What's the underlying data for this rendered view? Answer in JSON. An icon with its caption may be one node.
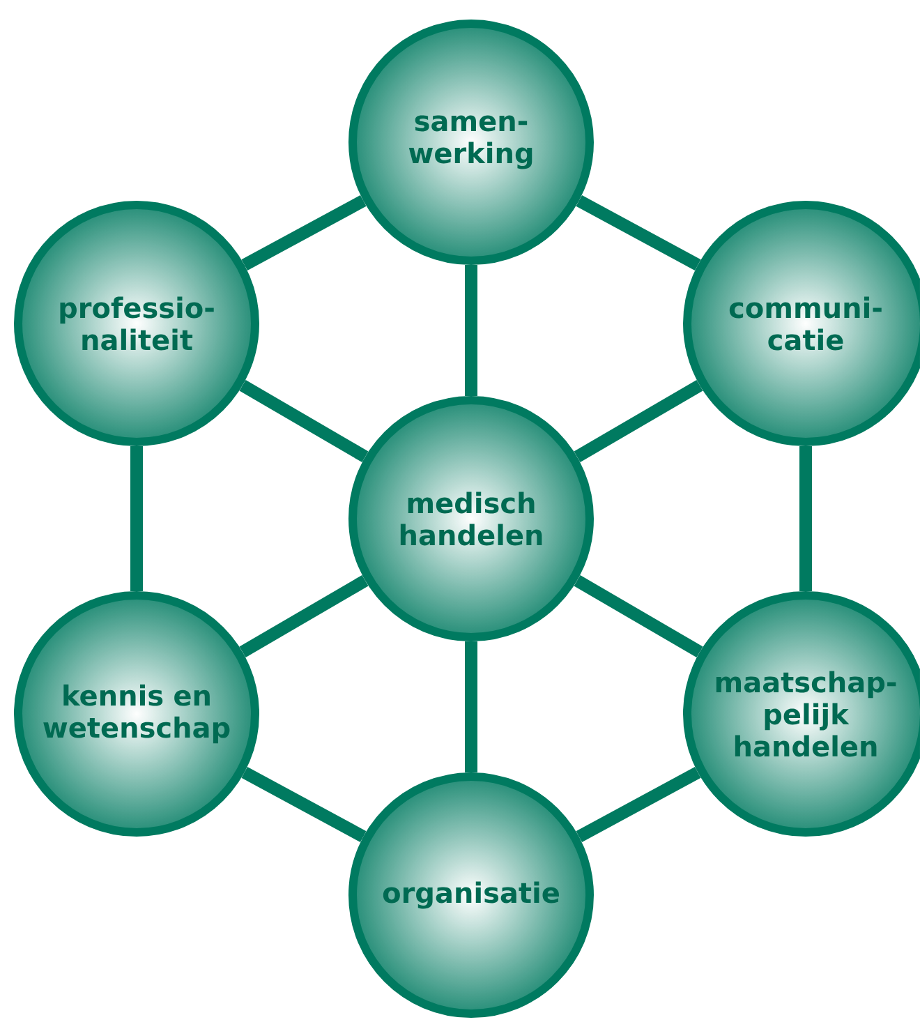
{
  "diagram": {
    "nodes": [
      {
        "text": [
          "samen- werking"
        ]
      },
      {
        "text": [
          "professio- naliteit"
        ]
      },
      {
        "text": [
          "communi- catie"
        ]
      },
      {
        "text": [
          "medisch handelen"
        ]
      },
      {
        "text": [
          "kennis en wetenschap"
        ]
      },
      {
        "text": [
          "maatschap- pelijk handelen"
        ]
      },
      {
        "text": [
          "organisatie"
        ]
      }
    ],
    "edges": [
      {
        "from": 0,
        "to": 1,
        "arrow": "none"
      },
      {
        "from": 0,
        "to": 2,
        "arrow": "none"
      },
      {
        "from": 0,
        "to": 3,
        "arrow": "none"
      },
      {
        "from": 1,
        "to": 3,
        "arrow": "none"
      },
      {
        "from": 2,
        "to": 3,
        "arrow": "none"
      },
      {
        "from": 1,
        "to": 4,
        "arrow": "none"
      },
      {
        "from": 2,
        "to": 5,
        "arrow": "none"
      },
      {
        "from": 3,
        "to": 4,
        "arrow": "none"
      },
      {
        "from": 3,
        "to": 5,
        "arrow": "none"
      },
      {
        "from": 3,
        "to": 6,
        "arrow": "none"
      },
      {
        "from": 4,
        "to": 6,
        "arrow": "none"
      },
      {
        "from": 5,
        "to": 6,
        "arrow": "none"
      }
    ]
  }
}
